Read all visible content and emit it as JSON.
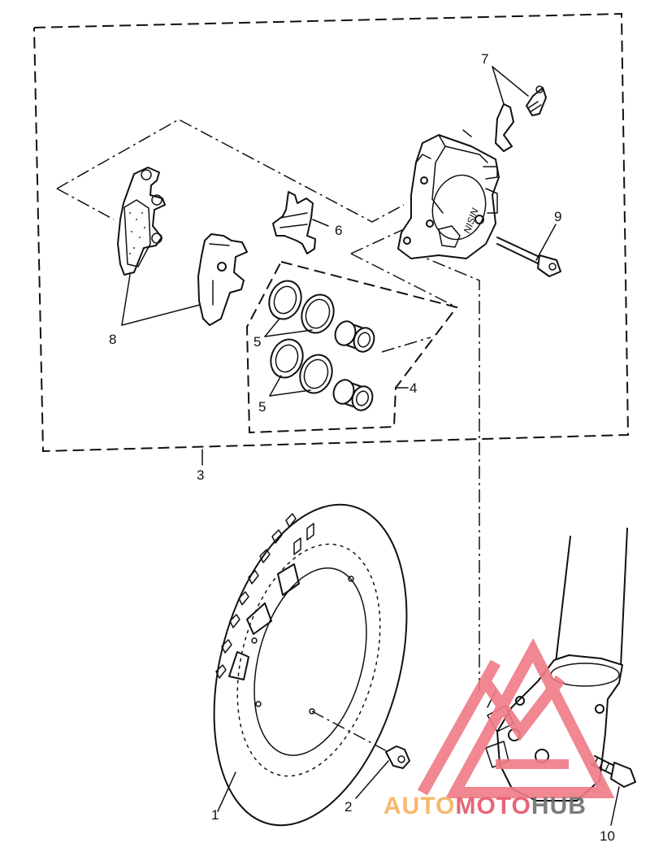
{
  "diagram": {
    "callouts": [
      {
        "id": "1",
        "label": "1"
      },
      {
        "id": "2",
        "label": "2"
      },
      {
        "id": "3",
        "label": "3"
      },
      {
        "id": "4",
        "label": "4"
      },
      {
        "id": "5a",
        "label": "5"
      },
      {
        "id": "5b",
        "label": "5"
      },
      {
        "id": "6",
        "label": "6"
      },
      {
        "id": "7",
        "label": "7"
      },
      {
        "id": "8",
        "label": "8"
      },
      {
        "id": "9",
        "label": "9"
      },
      {
        "id": "10",
        "label": "10"
      }
    ],
    "caliper_marking": "NISIN"
  },
  "watermark": {
    "part1": "AUTO",
    "part2": "MOTO",
    "part3": "HUB",
    "colors": {
      "auto": "#f6b15e",
      "moto": "#e5566b",
      "hub": "#6e6e6e",
      "triangle": "#ef7b86"
    }
  }
}
